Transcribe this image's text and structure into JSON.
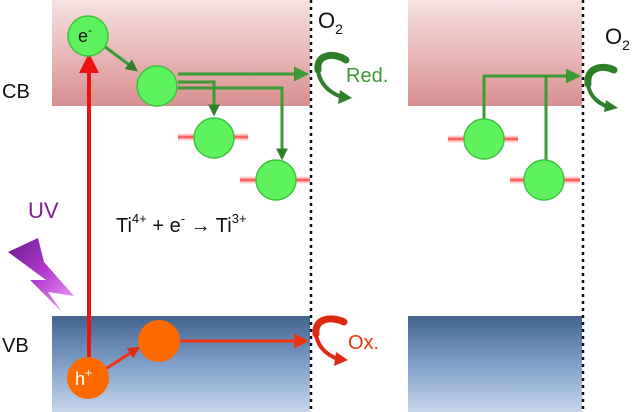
{
  "bands": {
    "cb_label": "CB",
    "vb_label": "VB"
  },
  "carriers": {
    "electron_symbol": "e",
    "electron_sup": "-",
    "hole_symbol": "h",
    "hole_sup": "+"
  },
  "excitation": {
    "label": "UV"
  },
  "reaction": {
    "left_ion": "Ti",
    "left_charge": "4+",
    "plus": "+",
    "electron": "e",
    "electron_charge": "-",
    "arrow": "→",
    "right_ion": "Ti",
    "right_charge": "3+"
  },
  "interface_left": {
    "oxygen": "O",
    "oxygen_sub": "2",
    "reduction": "Red.",
    "oxidation": "Ox."
  },
  "interface_right": {
    "oxygen": "O",
    "oxygen_sub": "2"
  },
  "colors": {
    "electron_fill": "#5ef35e",
    "electron_stroke": "#3fc23f",
    "hole_fill": "#ff6a00",
    "excitation_arrow": "#ee1111",
    "electron_path": "#3a9a34",
    "hole_path": "#ee3311",
    "trap_level": "#ff4d4d",
    "bolt": "#9b1fb5",
    "uv_text": "#7a1f8a",
    "red_text": "#3a9a34",
    "ox_text": "#ee3311"
  }
}
